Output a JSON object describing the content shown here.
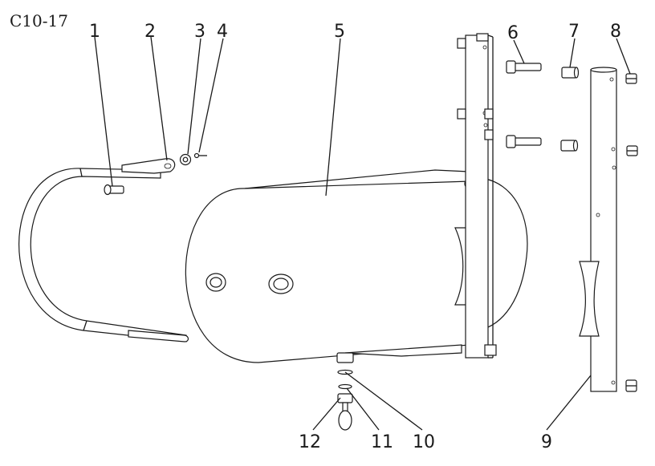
{
  "figure": {
    "code": "C10-17",
    "callouts": [
      {
        "key": "c1",
        "text": "1"
      },
      {
        "key": "c2",
        "text": "2"
      },
      {
        "key": "c3",
        "text": "3"
      },
      {
        "key": "c4",
        "text": "4"
      },
      {
        "key": "c5",
        "text": "5"
      },
      {
        "key": "c6",
        "text": "6"
      },
      {
        "key": "c7",
        "text": "7"
      },
      {
        "key": "c8",
        "text": "8"
      },
      {
        "key": "c9",
        "text": "9"
      },
      {
        "key": "c10",
        "text": "10"
      },
      {
        "key": "c11",
        "text": "11"
      },
      {
        "key": "c12",
        "text": "12"
      }
    ]
  }
}
